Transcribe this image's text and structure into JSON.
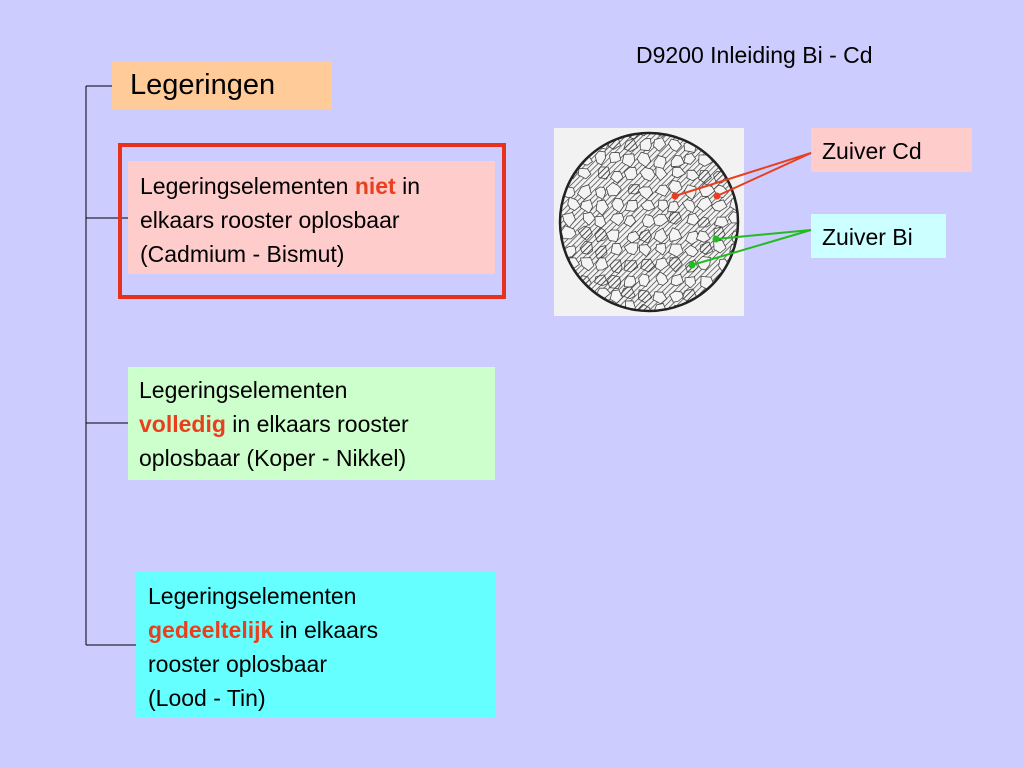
{
  "header": {
    "text": "D9200 Inleiding Bi - Cd"
  },
  "title": {
    "text": "Legeringen"
  },
  "boxes": [
    {
      "line1_pre": "Legeringselementen ",
      "line1_em": "niet",
      "line1_post": " in",
      "line2": "elkaars rooster oplosbaar",
      "line3": "(Cadmium - Bismut)"
    },
    {
      "line1": "Legeringselementen",
      "line2_em": "volledig",
      "line2_post": " in elkaars rooster",
      "line3": "oplosbaar (Koper - Nikkel)"
    },
    {
      "line1": "Legeringselementen",
      "line2_em": "gedeeltelijk",
      "line2_post": " in elkaars",
      "line3": "rooster oplosbaar",
      "line4": "(Lood - Tin)"
    }
  ],
  "labels": {
    "cd": "Zuiver Cd",
    "bi": "Zuiver Bi"
  },
  "colors": {
    "emphasis": "#e8401f",
    "highlight_frame": "#e8301f",
    "cd_arrow": "#e8401f",
    "bi_arrow": "#22bb22"
  }
}
